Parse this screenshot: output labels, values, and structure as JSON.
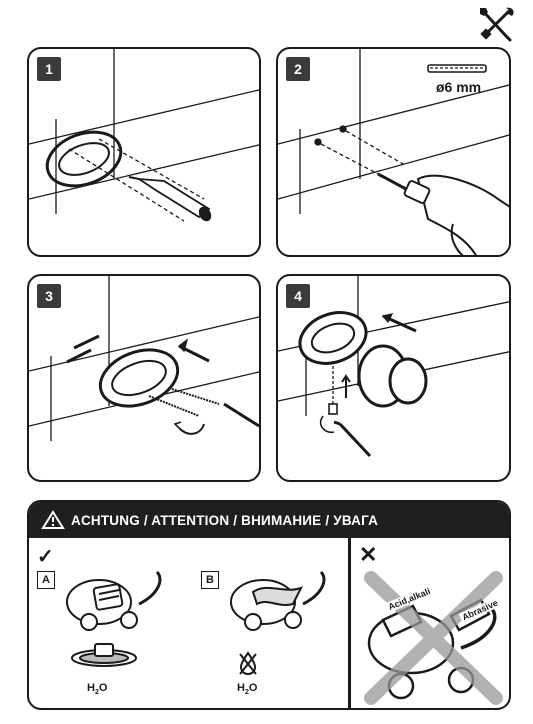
{
  "steps": [
    {
      "number": "1"
    },
    {
      "number": "2",
      "drill_size": "ø6 mm"
    },
    {
      "number": "3"
    },
    {
      "number": "4"
    }
  ],
  "warning": {
    "title": "ACHTUNG / ATTENTION / ВНИМАНИЕ / УВАГА",
    "ok_mark": "✓",
    "no_mark": "✕",
    "option_a": "A",
    "option_b": "B",
    "water_a": "H",
    "water_a_sub": "2",
    "water_a_end": "O",
    "water_b": "H",
    "water_b_sub": "2",
    "water_b_end": "O",
    "label_acid": "Acid,alkali",
    "label_abrasive": "Abrasive"
  },
  "icons": {
    "tools": "tools-icon",
    "warning": "warning-triangle-icon"
  }
}
